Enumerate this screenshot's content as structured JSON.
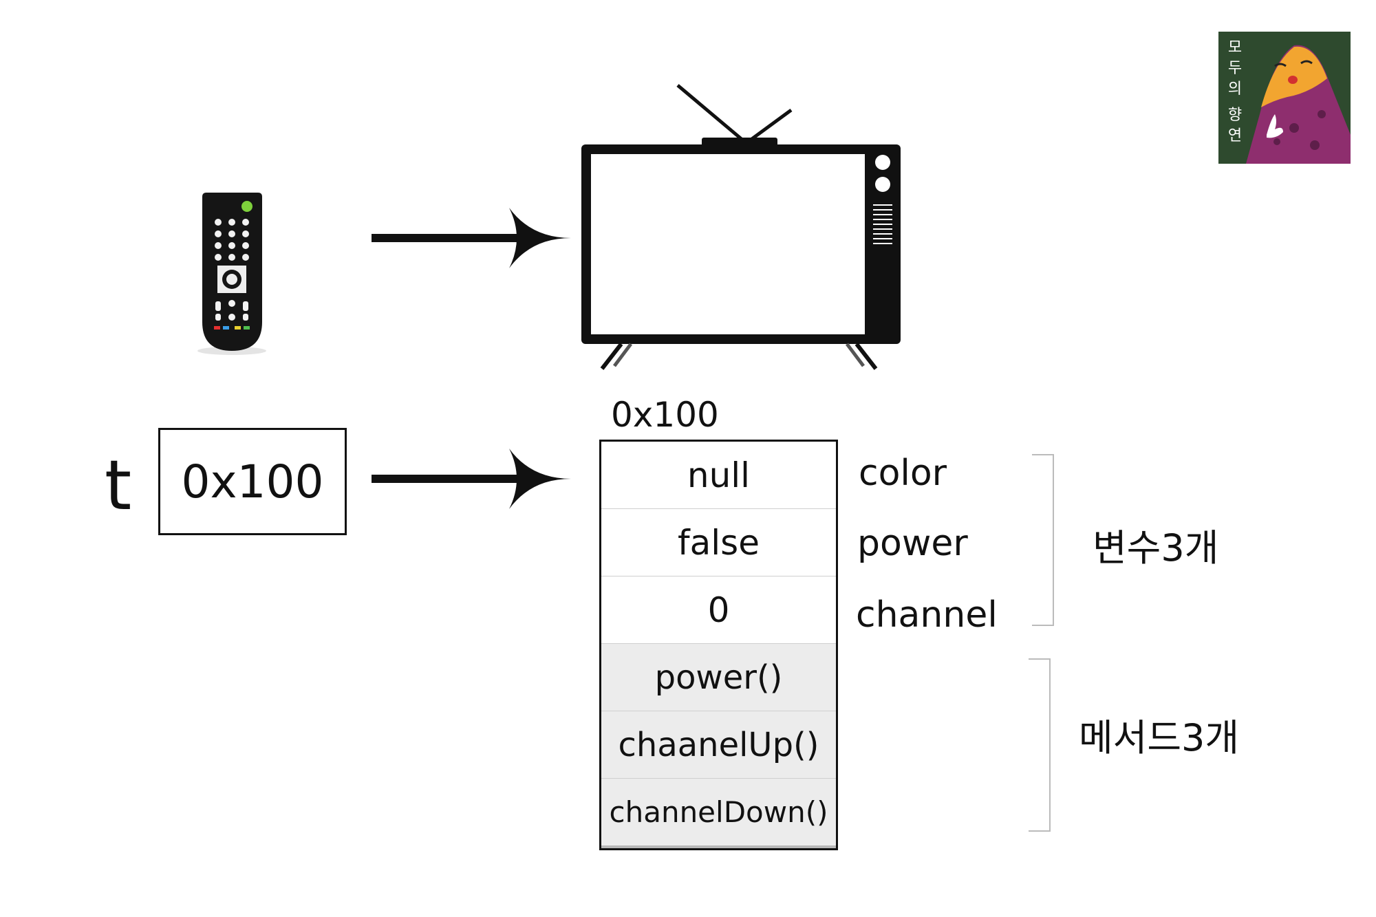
{
  "logo": {
    "text_lines": [
      "모",
      "두",
      "의",
      "향",
      "연"
    ],
    "colors": {
      "background": "#2e4a2e",
      "body": "#8e2e6e",
      "head": "#f2a530"
    }
  },
  "remote": {
    "icon": "tv-remote-icon"
  },
  "tv": {
    "icon": "retro-tv-icon"
  },
  "variable": {
    "name": "t",
    "value": "0x100"
  },
  "object": {
    "address": "0x100",
    "cells": [
      {
        "value": "null",
        "kind": "field",
        "label": "color"
      },
      {
        "value": "false",
        "kind": "field",
        "label": "power"
      },
      {
        "value": "0",
        "kind": "field",
        "label": "channel"
      },
      {
        "value": "power()",
        "kind": "method"
      },
      {
        "value": "chaanelUp()",
        "kind": "method"
      },
      {
        "value": "channelDown()",
        "kind": "method"
      }
    ]
  },
  "summary": {
    "fields": "변수3개",
    "methods": "메서드3개"
  }
}
